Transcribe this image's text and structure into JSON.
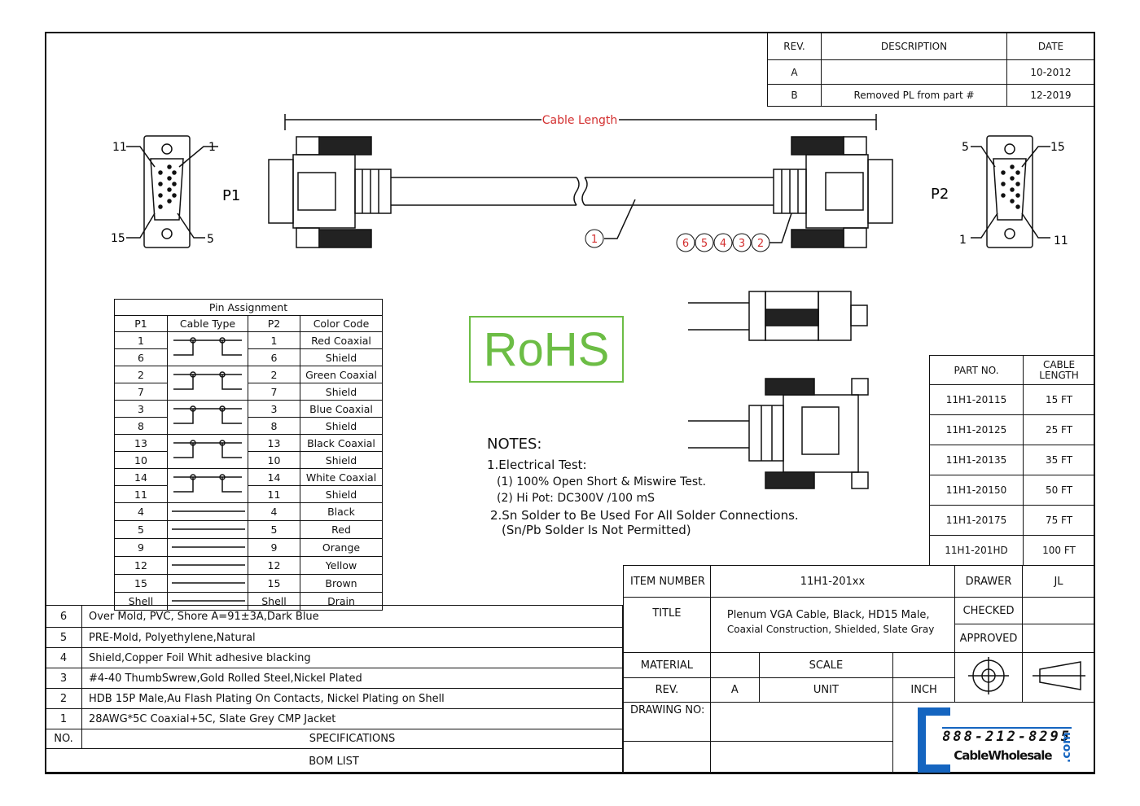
{
  "revision_table": {
    "headers": [
      "REV.",
      "DESCRIPTION",
      "DATE"
    ],
    "rows": [
      [
        "A",
        "",
        "10-2012"
      ],
      [
        "B",
        "Removed PL from part #",
        "12-2019"
      ]
    ]
  },
  "drawing": {
    "cable_length_label": "Cable Length",
    "p1_label": "P1",
    "p2_label": "P2",
    "p1_pins": {
      "top_left": "11",
      "top_right": "1",
      "bottom_left": "15",
      "bottom_right": "5"
    },
    "p2_pins": {
      "top_left": "5",
      "top_right": "15",
      "bottom_left": "1",
      "bottom_right": "11"
    },
    "balloons": [
      "1",
      "6",
      "5",
      "4",
      "3",
      "2"
    ],
    "accent_color": "#d32f2f"
  },
  "rohs": "RoHS",
  "pin_assignment": {
    "title": "Pin Assignment",
    "headers": [
      "P1",
      "Cable Type",
      "P2",
      "Color Code"
    ],
    "rows": [
      [
        "1",
        "1",
        "Red Coaxial"
      ],
      [
        "6",
        "6",
        "Shield"
      ],
      [
        "2",
        "2",
        "Green Coaxial"
      ],
      [
        "7",
        "7",
        "Shield"
      ],
      [
        "3",
        "3",
        "Blue Coaxial"
      ],
      [
        "8",
        "8",
        "Shield"
      ],
      [
        "13",
        "13",
        "Black Coaxial"
      ],
      [
        "10",
        "10",
        "Shield"
      ],
      [
        "14",
        "14",
        "White Coaxial"
      ],
      [
        "11",
        "11",
        "Shield"
      ],
      [
        "4",
        "4",
        "Black"
      ],
      [
        "5",
        "5",
        "Red"
      ],
      [
        "9",
        "9",
        "Orange"
      ],
      [
        "12",
        "12",
        "Yellow"
      ],
      [
        "15",
        "15",
        "Brown"
      ],
      [
        "Shell",
        "Shell",
        "Drain"
      ]
    ]
  },
  "notes": {
    "title": "NOTES:",
    "items": [
      "1.Electrical Test:",
      "(1) 100% Open Short & Miswire Test.",
      "(2) Hi Pot: DC300V /100 mS",
      "2.Sn Solder to Be Used For All Solder Connections.",
      "(Sn/Pb Solder Is Not Permitted)"
    ]
  },
  "part_table": {
    "headers": [
      "PART NO.",
      "CABLE LENGTH"
    ],
    "rows": [
      [
        "11H1-20115",
        "15 FT"
      ],
      [
        "11H1-20125",
        "25 FT"
      ],
      [
        "11H1-20135",
        "35 FT"
      ],
      [
        "11H1-20150",
        "50 FT"
      ],
      [
        "11H1-20175",
        "75 FT"
      ],
      [
        "11H1-201HD",
        "100 FT"
      ]
    ]
  },
  "bom": {
    "rows": [
      [
        "6",
        "Over Mold, PVC, Shore A=91±3A,Dark Blue"
      ],
      [
        "5",
        "PRE-Mold, Polyethylene,Natural"
      ],
      [
        "4",
        "Shield,Copper Foil Whit adhesive blacking"
      ],
      [
        "3",
        "#4-40  ThumbSwrew,Gold Rolled Steel,Nickel Plated"
      ],
      [
        "2",
        "HDB 15P Male,Au Flash Plating On Contacts, Nickel Plating on Shell"
      ],
      [
        "1",
        "28AWG*5C Coaxial+5C, Slate Grey CMP Jacket"
      ]
    ],
    "no_header": "NO.",
    "spec_header": "SPECIFICATIONS",
    "footer": "BOM LIST"
  },
  "title_block": {
    "item_number_label": "ITEM NUMBER",
    "item_number": "11H1-201xx",
    "title_label": "TITLE",
    "title_line1": "Plenum VGA Cable, Black, HD15 Male,",
    "title_line2": "Coaxial Construction, Shielded, Slate Gray",
    "drawer_label": "DRAWER",
    "drawer": "JL",
    "checked_label": "CHECKED",
    "approved_label": "APPROVED",
    "material_label": "MATERIAL",
    "scale_label": "SCALE",
    "rev_label": "REV.",
    "rev": "A",
    "unit_label": "UNIT",
    "unit": "INCH",
    "drawing_no_label": "DRAWING NO:"
  },
  "logo": {
    "phone": "888-212-8295",
    "brand": "CableWholesale",
    "tld": ".com",
    "color": "#1565c0"
  }
}
